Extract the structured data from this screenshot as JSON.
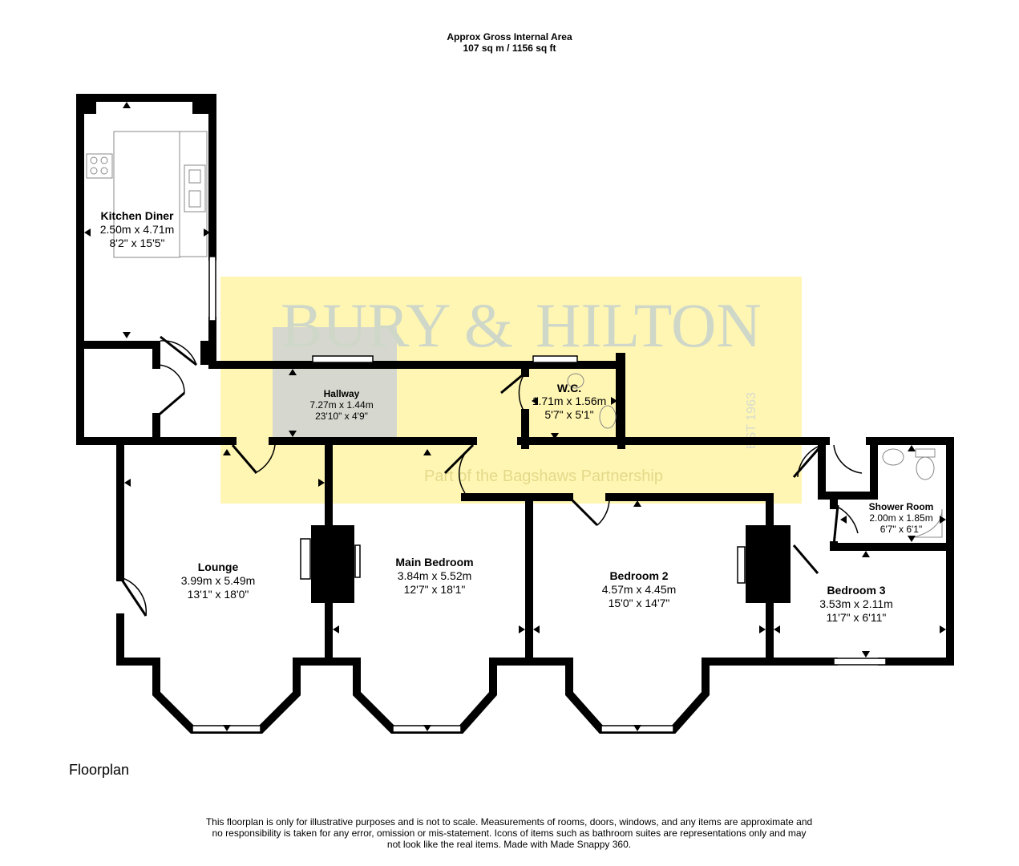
{
  "header": {
    "line1": "Approx Gross Internal Area",
    "line2": "107 sq m / 1156 sq ft"
  },
  "watermark": {
    "brand_line1": "BURY &",
    "brand_line2": "HILTON",
    "tagline": "Part of the Bagshaws Partnership",
    "est": "EST 1963",
    "color": "#fff6b3"
  },
  "rooms": [
    {
      "name": "Kitchen Diner",
      "metric": "2.50m x 4.71m",
      "imperial": "8'2\" x 15'5\""
    },
    {
      "name": "Hallway",
      "metric": "7.27m x 1.44m",
      "imperial": "23'10\" x 4'9\""
    },
    {
      "name": "W.C.",
      "metric": "1.71m x 1.56m",
      "imperial": "5'7\" x 5'1\""
    },
    {
      "name": "Shower Room",
      "metric": "2.00m x 1.85m",
      "imperial": "6'7\" x 6'1\""
    },
    {
      "name": "Lounge",
      "metric": "3.99m x 5.49m",
      "imperial": "13'1\" x 18'0\""
    },
    {
      "name": "Main Bedroom",
      "metric": "3.84m x 5.52m",
      "imperial": "12'7\" x 18'1\""
    },
    {
      "name": "Bedroom 2",
      "metric": "4.57m x 4.45m",
      "imperial": "15'0\" x 14'7\""
    },
    {
      "name": "Bedroom 3",
      "metric": "3.53m x 2.11m",
      "imperial": "11'7\" x 6'11\""
    }
  ],
  "floor_label": "Floorplan",
  "disclaimer": "This floorplan is only for illustrative purposes and is not to scale. Measurements of rooms, doors, windows, and any items are approximate and no responsibility is taken for any error, omission or mis-statement. Icons of items such as bathroom suites are representations only and may not look like the real items. Made with Made Snappy 360."
}
